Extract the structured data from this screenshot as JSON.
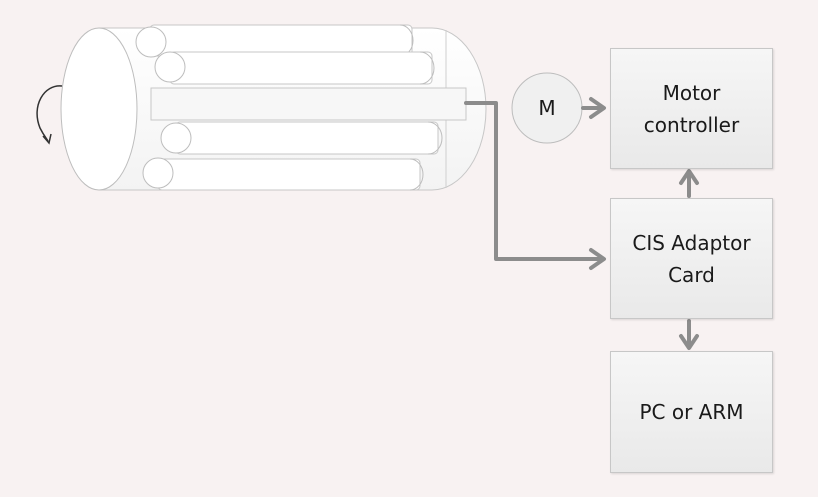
{
  "diagram": {
    "motor_symbol": "M",
    "boxes": {
      "motor_controller": "Motor\ncontroller",
      "cis_adaptor_card": "CIS Adaptor\nCard",
      "pc_or_arm": "PC or ARM"
    },
    "colors": {
      "background": "#f8f2f2",
      "connector": "#8c8c8c",
      "outline": "#c7c7c7",
      "rotation_arrow": "#333333"
    }
  }
}
